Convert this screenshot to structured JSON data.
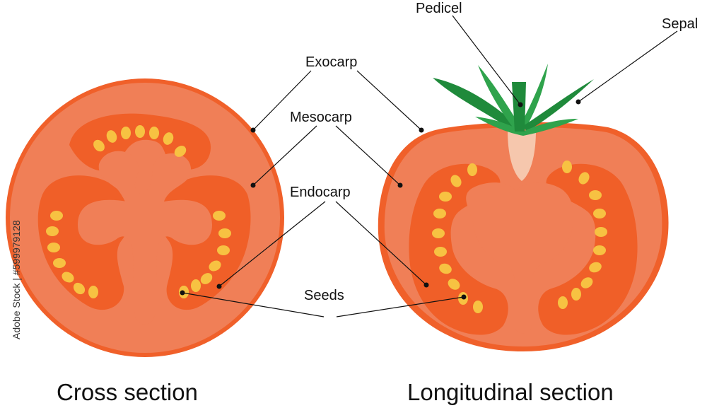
{
  "labels": {
    "pedicel": "Pedicel",
    "sepal": "Sepal",
    "exocarp": "Exocarp",
    "mesocarp": "Mesocarp",
    "endocarp": "Endocarp",
    "seeds": "Seeds"
  },
  "captions": {
    "cross": "Cross section",
    "longitudinal": "Longitudinal section"
  },
  "watermark": "Adobe Stock | #599979128",
  "colors": {
    "skin": "#f0602a",
    "flesh": "#f07f57",
    "locule": "#f05f28",
    "seed": "#f7c242",
    "leaf_dark": "#1f8a3b",
    "leaf_light": "#2fa34c",
    "core": "#f6c7ad"
  }
}
